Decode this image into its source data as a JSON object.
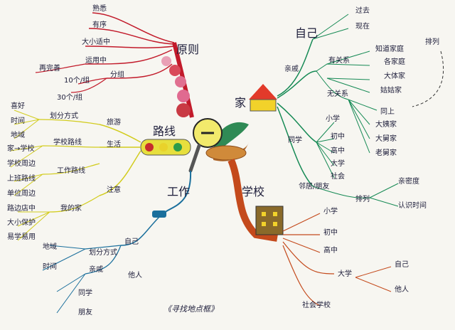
{
  "center": {
    "title": ""
  },
  "caption": "《寻找地点框》",
  "branches": {
    "principle": {
      "title": "原则",
      "color": "#c21a2a",
      "items": [
        "熟悉",
        "有序",
        "大小适中",
        "运用中",
        "分组",
        "再完善",
        "10个/组",
        "30个/组"
      ]
    },
    "route": {
      "title": "路线",
      "color": "#d2cc1e",
      "items": [
        "旅游",
        "生活",
        "注意",
        "划分方式",
        "学校路线",
        "工作路线",
        "我的家",
        "喜好",
        "时间",
        "地域",
        "家→学校",
        "学校周边",
        "上班路线",
        "单位周边",
        "路边店中",
        "大小保护",
        "易学易用"
      ]
    },
    "home": {
      "title": "家",
      "color": "#168a55",
      "items": [
        "自己",
        "亲戚",
        "同学",
        "邻居/朋友",
        "过去",
        "现在",
        "有关系",
        "无关系",
        "知道家庭",
        "各家庭",
        "大体家",
        "姑姑家",
        "同上",
        "大姨家",
        "大舅家",
        "老舅家",
        "小学",
        "初中",
        "高中",
        "大学",
        "社会",
        "排列",
        "亲密度",
        "认识时间",
        "排列"
      ]
    },
    "school": {
      "title": "学校",
      "color": "#c44a1c",
      "items": [
        "小学",
        "初中",
        "高中",
        "大学",
        "社会学校",
        "自己",
        "他人"
      ]
    },
    "work": {
      "title": "工作",
      "color": "#1a6f9c",
      "items": [
        "自己",
        "他人",
        "划分方式",
        "地域",
        "时间",
        "亲戚",
        "同学",
        "朋友"
      ]
    }
  }
}
